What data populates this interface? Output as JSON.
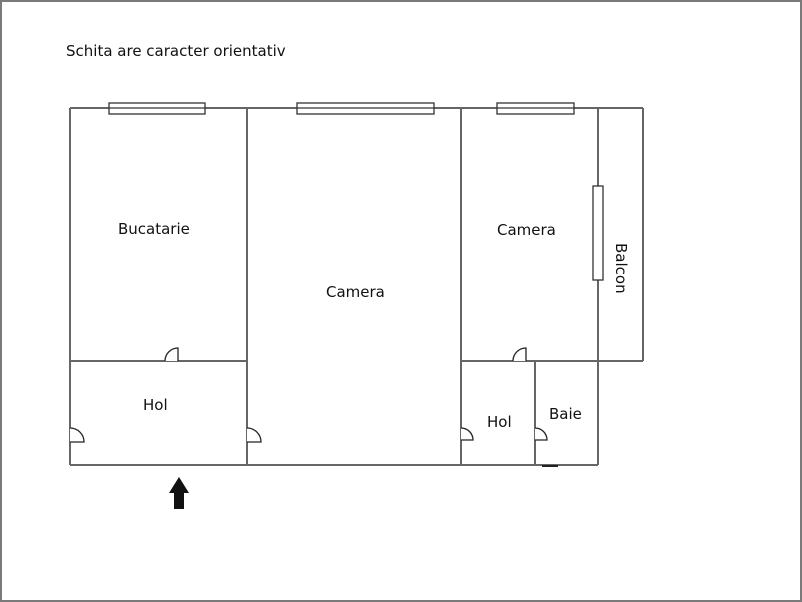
{
  "title": "Schita are caracter orientativ",
  "rooms": [
    {
      "label": "Bucatarie"
    },
    {
      "label": "Camera"
    },
    {
      "label": "Camera"
    },
    {
      "label": "Balcon"
    },
    {
      "label": "Hol"
    },
    {
      "label": "Hol"
    },
    {
      "label": "Baie"
    }
  ],
  "entrance": {
    "icon": "arrow-up-icon"
  }
}
